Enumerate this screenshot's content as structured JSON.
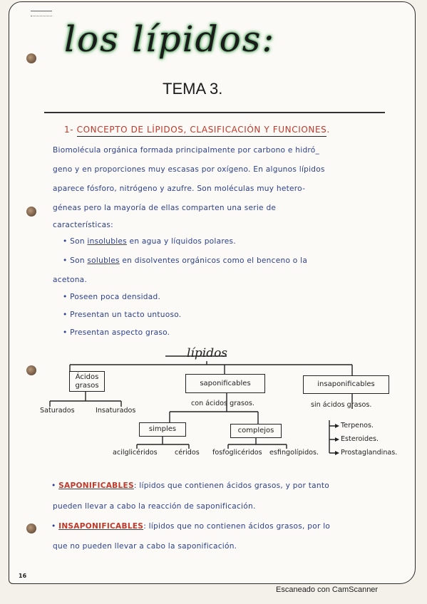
{
  "title": "los lípidos:",
  "subtitle": "TEMA 3.",
  "section_heading": {
    "number": "1-",
    "text": "CONCEPTO DE LÍPIDOS, CLASIFICACIÓN Y FUNCIONES",
    "end": "."
  },
  "paragraph": [
    "Biomolécula orgánica formada principalmente por carbono e hidró_",
    "geno y en proporciones muy escasas por oxígeno. En algunos lípidos",
    "aparece fósforo, nitrógeno y azufre. Son moléculas muy hetero-",
    "géneas pero la mayoría de ellas comparten una serie de",
    "características:"
  ],
  "bullets": {
    "b1_pre": "• Son ",
    "b1_kw": "insolubles",
    "b1_post": " en agua y líquidos polares.",
    "b2_pre": "• Son ",
    "b2_kw": "solubles",
    "b2_post": " en disolventes orgánicos como el benceno o la",
    "b2_cont": "acetona.",
    "b3": "• Poseen poca densidad.",
    "b4": "• Presentan un tacto untuoso.",
    "b5": "• Presentan aspecto graso."
  },
  "diagram": {
    "root": "lípidos",
    "acidos_grasos": "Ácidos grasos",
    "saponificables": "saponificables",
    "insaponificables": "insaponificables",
    "saturados": "Saturados",
    "insaturados": "Insaturados",
    "con_acidos": "con ácidos grasos.",
    "sin_acidos": "sin ácidos grasos.",
    "simples": "simples",
    "complejos": "complejos",
    "acilgliceridos": "acilglicéridos",
    "ceridos": "céridos",
    "fosfogliceridos": "fosfoglicéridos",
    "esfingolipidos": "esfingolípidos.",
    "terpenos": "Terpenos.",
    "esteroides": "Esteroides.",
    "prostaglandinas": "Prostaglandinas."
  },
  "definitions": {
    "sap_kw": "SAPONIFICABLES",
    "sap_text": ": lípidos que contienen ácidos grasos, y por tanto",
    "sap_text2": "pueden llevar a cabo la reacción de saponificación.",
    "insap_kw": "INSAPONIFICABLES",
    "insap_text": ": lípidos que no contienen ácidos grasos, por lo",
    "insap_text2": "que no pueden llevar a cabo la saponificación."
  },
  "page_number": "16",
  "scanner": "Escaneado con CamScanner"
}
